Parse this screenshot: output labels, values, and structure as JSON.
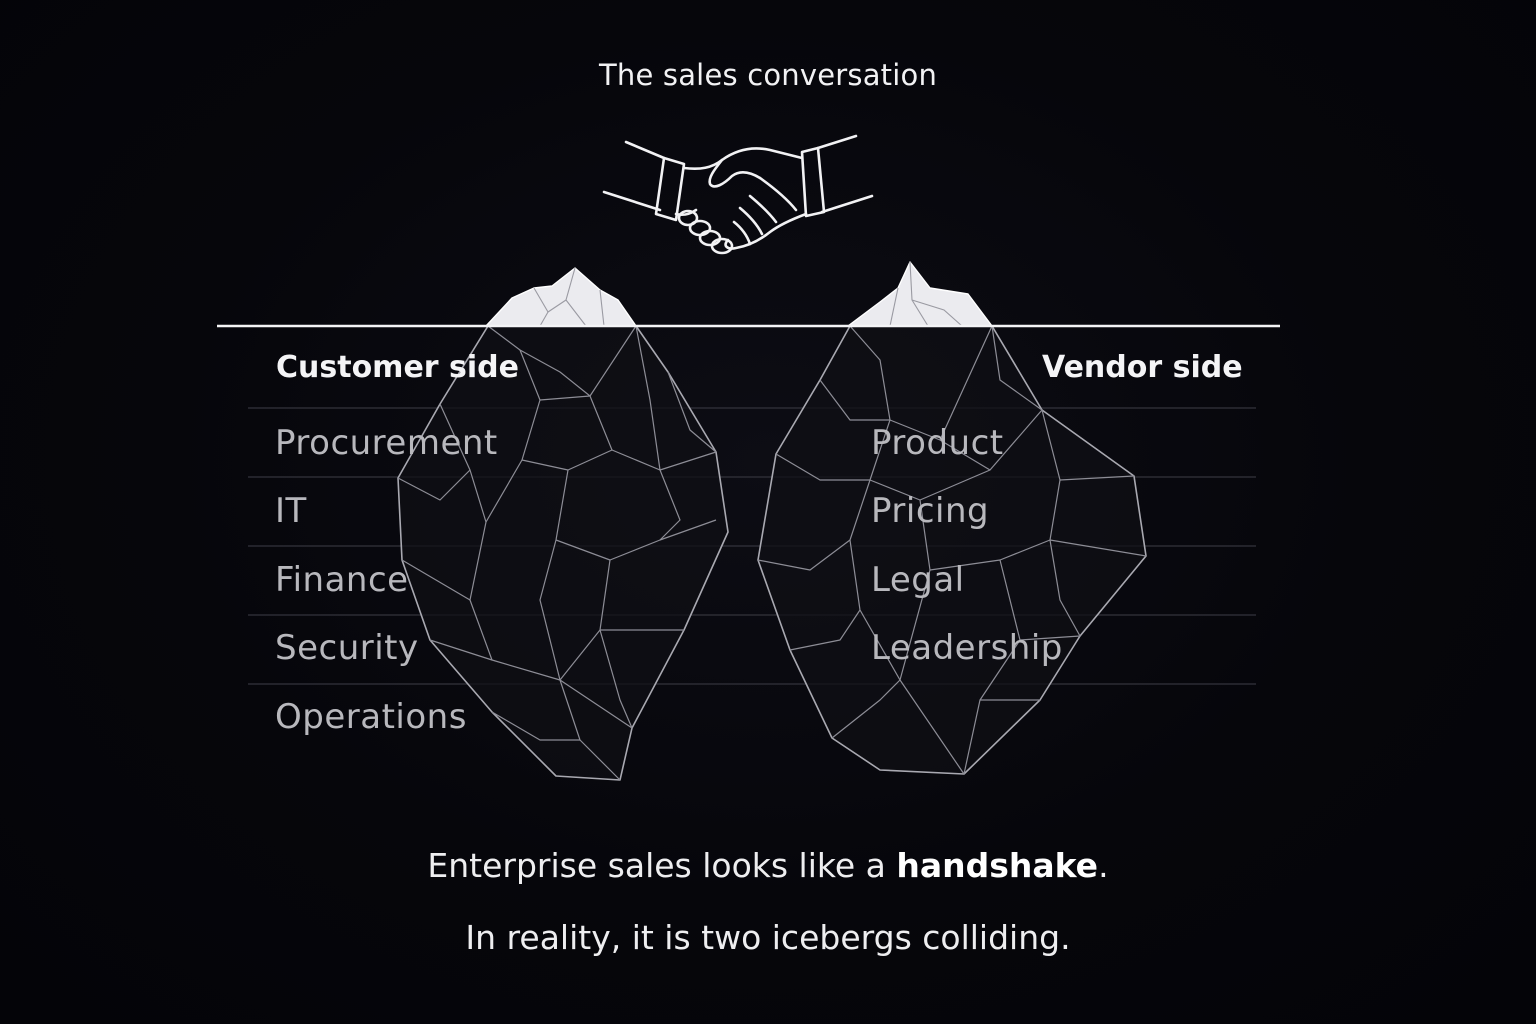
{
  "header": {
    "title": "The sales conversation"
  },
  "customer": {
    "heading": "Customer side",
    "items": [
      "Procurement",
      "IT",
      "Finance",
      "Security",
      "Operations"
    ]
  },
  "vendor": {
    "heading": "Vendor side",
    "items": [
      "Product",
      "Pricing",
      "Legal",
      "Leadership"
    ]
  },
  "footer": {
    "line1_before": "Enterprise sales looks like a ",
    "line1_emphasis": "handshake",
    "line1_after": ".",
    "line2": "In reality, it is two icebergs colliding."
  },
  "icons": {
    "top": "handshake-icon",
    "left": "iceberg-icon",
    "right": "iceberg-icon"
  },
  "colors": {
    "background": "#05050a",
    "line": "#ffffff",
    "label": "#b8b8bd"
  }
}
